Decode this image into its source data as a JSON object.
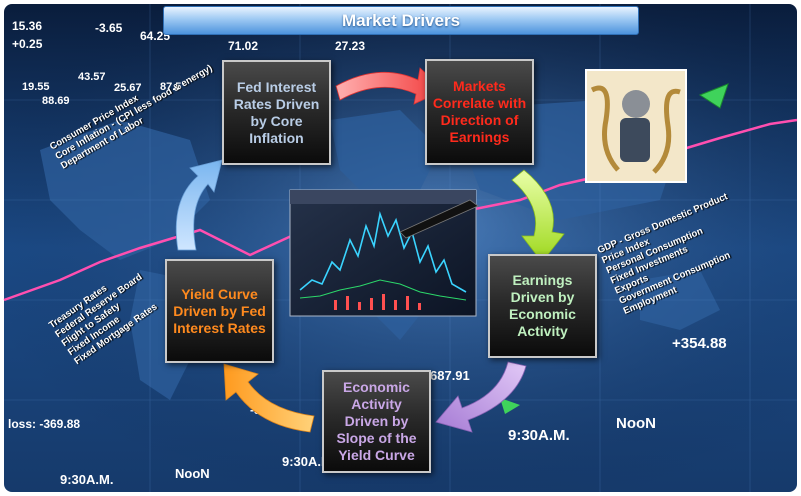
{
  "title": "Market Drivers",
  "boxes": {
    "fed": "Fed Interest Rates Driven by Core Inflation",
    "markets": "Markets Correlate with Direction of Earnings",
    "earnings": "Earnings Driven by Economic Activity",
    "economic": "Economic Activity Driven by Slope of the Yield Curve",
    "yield": "Yield Curve Driven by Fed Interest Rates"
  },
  "notes": {
    "cpi": [
      "Consumer Price Index",
      "Core Inflation - (CPI less food & energy)",
      "Department of Labor"
    ],
    "gdp": [
      "GDP - Gross Domestic Product",
      "Price Index",
      "Personal Consumption",
      "Fixed Investments",
      "Exports",
      "Government Consumption",
      "Employment"
    ],
    "treasury": [
      "Treasury Rates",
      "Federal Reserve Board",
      "Flight to Safety",
      "Fixed Income",
      "Fixed Mortgage Rates"
    ]
  },
  "ticker": {
    "t1": "15.36",
    "t2": "+0.25",
    "t3": "-3.65",
    "t4": "64.25",
    "t5": "71.02",
    "t6": "27.23",
    "t7": "19.55",
    "t8": "43.57",
    "t9": "25.67",
    "t10": "88.69",
    "t11": "87.5",
    "t12": "+354.88",
    "t13": "687.91",
    "t14": "9:30A.M.",
    "t15": "NooN",
    "t16": "loss: -369.88",
    "t17": "NooN",
    "t18": "9:30A.M.",
    "t19": "-50"
  },
  "colors": {
    "fed": "#b9cde6",
    "markets": "#ff2a1c",
    "earnings": "#bff0bf",
    "economic": "#c9a7e6",
    "yield": "#ff8a1e"
  }
}
